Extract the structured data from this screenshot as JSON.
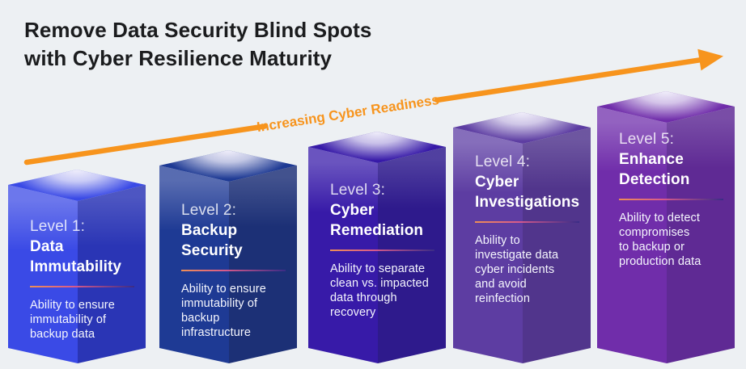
{
  "background": "#EDF0F3",
  "title": "Remove Data Security Blind Spots\nwith Cyber Resilience Maturity",
  "arrow": {
    "label": "Increasing Cyber Readiness",
    "color": "#F7941D"
  },
  "divider_gradient": [
    "#EE8F55",
    "#D75A8C",
    "#3A2C86"
  ],
  "pillars": [
    {
      "level": "Level 1:",
      "name": "Data\nImmutability",
      "description": "Ability to ensure\nimmutability of\nbackup data",
      "colors": {
        "front": "#3A4AE6",
        "side": "#2A35B5"
      }
    },
    {
      "level": "Level 2:",
      "name": "Backup\nSecurity",
      "description": "Ability to ensure\nimmutability of\nbackup\ninfrastructure",
      "colors": {
        "front": "#1E3A94",
        "side": "#1C3076"
      }
    },
    {
      "level": "Level 3:",
      "name": "Cyber\nRemediation",
      "description": "Ability to separate\nclean vs. impacted\ndata through\nrecovery",
      "colors": {
        "front": "#371AA8",
        "side": "#2E1A8C"
      }
    },
    {
      "level": "Level 4:",
      "name": "Cyber\nInvestigations",
      "description": "Ability to\ninvestigate data\ncyber incidents\nand avoid\nreinfection",
      "colors": {
        "front": "#5D3DA2",
        "side": "#51358C"
      }
    },
    {
      "level": "Level 5:",
      "name": "Enhance\nDetection",
      "description": "Ability to detect\ncompromises\nto backup or\nproduction data",
      "colors": {
        "front": "#702DAA",
        "side": "#5F2A94"
      }
    }
  ]
}
